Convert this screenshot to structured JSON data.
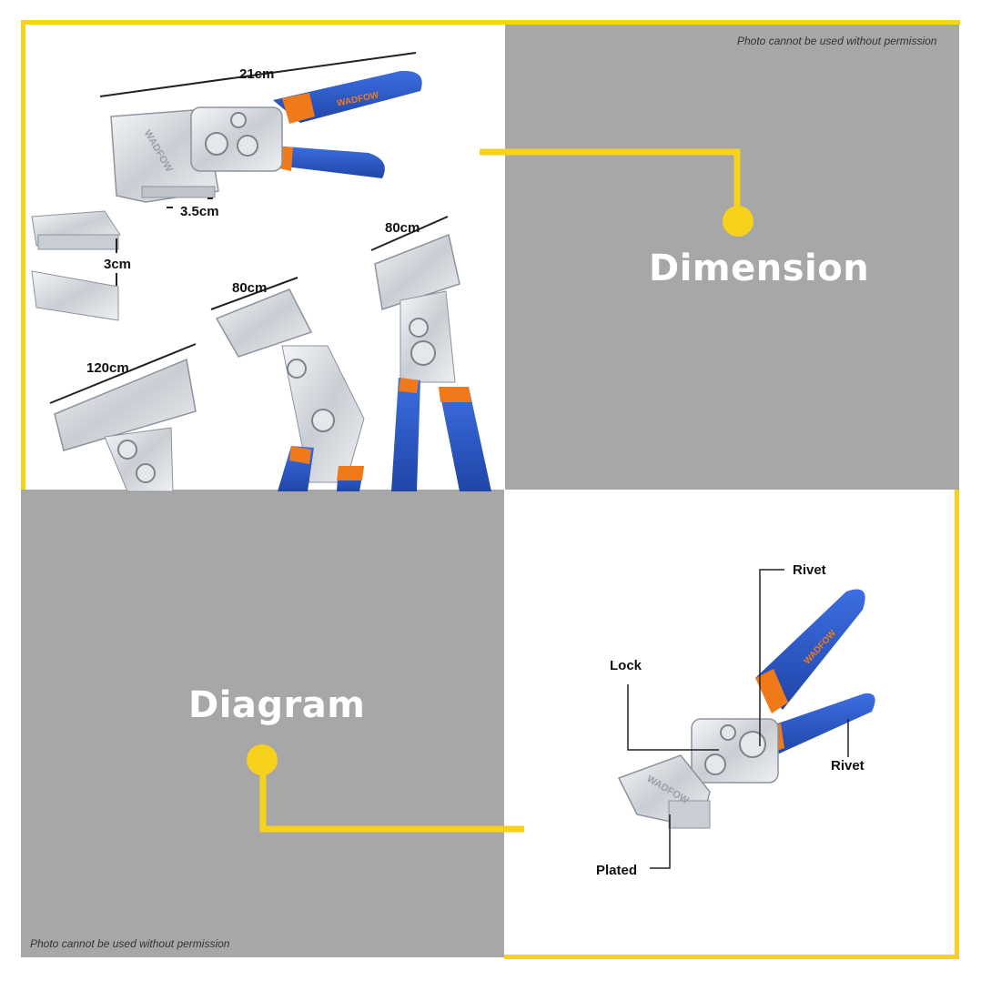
{
  "notice_top": "Photo cannot be used without permission",
  "notice_bottom": "Photo cannot be used without permission",
  "dimension_title": "Dimension",
  "diagram_title": "Diagram",
  "brand": "WADFOW",
  "dimensions": {
    "length": "21cm",
    "jaw_depth": "3.5cm",
    "jaw_height": "3cm",
    "width_a": "80cm",
    "width_b": "80cm",
    "width_c": "120cm"
  },
  "parts": {
    "rivet_top": "Rivet",
    "lock": "Lock",
    "rivet_right": "Rivet",
    "plated": "Plated"
  },
  "colors": {
    "accent_yellow": "#f6d21c",
    "panel_gray": "#a8a7a7",
    "handle_blue": "#2a56c6",
    "handle_orange": "#f07a1a",
    "metal": "#d9dde2"
  }
}
